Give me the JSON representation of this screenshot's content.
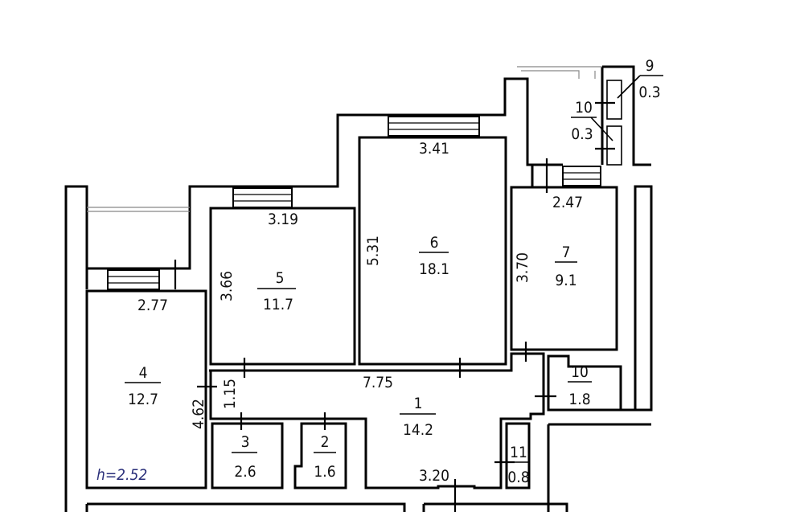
{
  "ceiling_height": "h=2.52",
  "rooms": [
    {
      "number": "1",
      "area": "14.2"
    },
    {
      "number": "2",
      "area": "1.6"
    },
    {
      "number": "3",
      "area": "2.6"
    },
    {
      "number": "4",
      "area": "12.7"
    },
    {
      "number": "5",
      "area": "11.7"
    },
    {
      "number": "6",
      "area": "18.1"
    },
    {
      "number": "7",
      "area": "9.1"
    },
    {
      "number": "10",
      "area": "1.8"
    },
    {
      "number": "11",
      "area": "0.8"
    },
    {
      "number": "9",
      "area": "0.3"
    },
    {
      "number": "10",
      "area": "0.3"
    }
  ],
  "dimensions": {
    "room4_width": "2.77",
    "room4_height": "4.62",
    "room5_width": "3.19",
    "room5_height": "3.66",
    "room6_width": "3.41",
    "room6_height": "5.31",
    "room7_width": "2.47",
    "room7_height": "3.70",
    "corridor_length": "7.75",
    "corridor_width": "1.15",
    "entrance_width": "3.20"
  }
}
